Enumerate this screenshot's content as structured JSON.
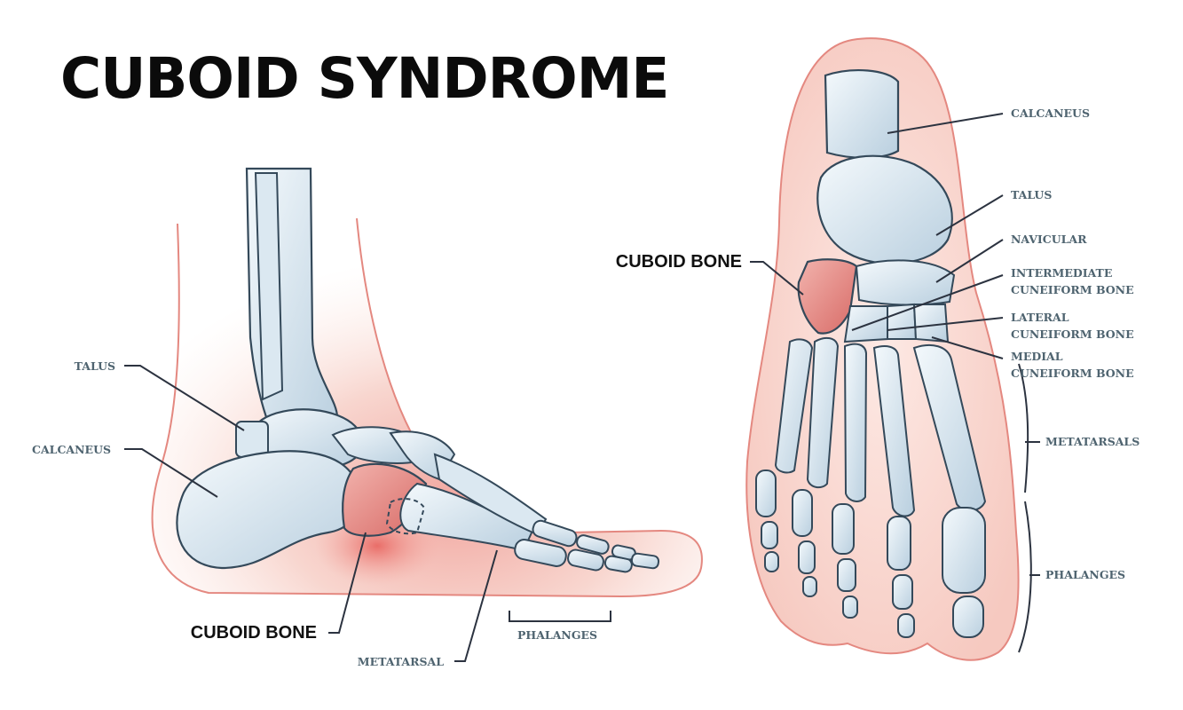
{
  "title": "CUBOID SYNDROME",
  "side_view": {
    "labels": {
      "talus": "TALUS",
      "calcaneus": "CALCANEUS",
      "cuboid": "CUBOID BONE",
      "metatarsal": "METATARSAL",
      "phalanges": "PHALANGES"
    }
  },
  "top_view": {
    "labels": {
      "cuboid": "CUBOID BONE",
      "calcaneus": "CALCANEUS",
      "talus": "TALUS",
      "navicular": "NAVICULAR",
      "intermediate_1": "INTERMEDIATE",
      "intermediate_2": "CUNEIFORM BONE",
      "lateral_1": "LATERAL",
      "lateral_2": "CUNEIFORM BONE",
      "medial_1": "MEDIAL",
      "medial_2": "CUNEIFORM BONE",
      "metatarsals": "METATARSALS",
      "phalanges": "PHALANGES"
    }
  },
  "colors": {
    "bone_fill": "#cfe0ec",
    "bone_stroke": "#34495a",
    "skin_outline": "#e07a74",
    "skin_fill": "#f7d3cc",
    "cuboid_highlight": "#e07b78",
    "label_text": "#4f6470",
    "leader_line": "#2c3340"
  }
}
